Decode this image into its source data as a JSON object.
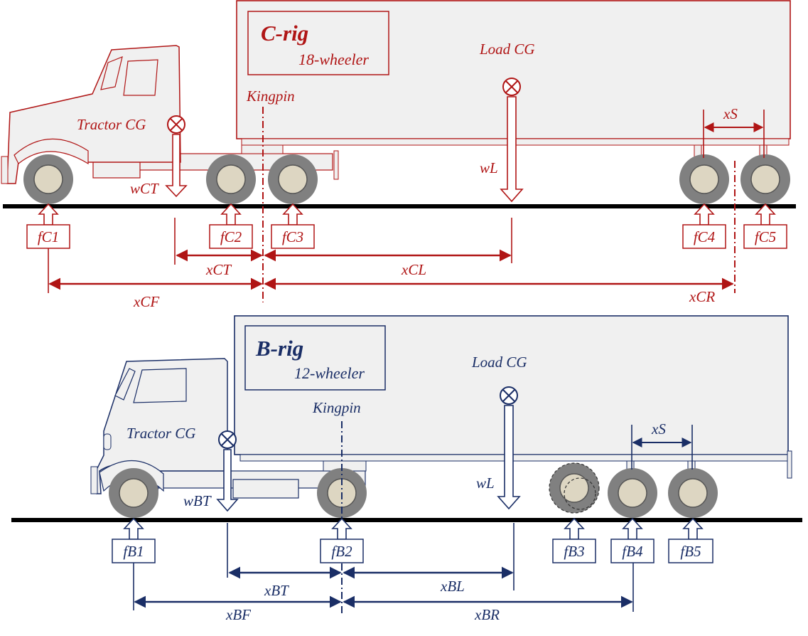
{
  "colors": {
    "crig": "#b01515",
    "brig": "#1a2e66",
    "ground": "#000000",
    "trailer_fill": "#f0f0f0",
    "wheel_tire": "#808080",
    "wheel_hub": "#ddd6c2"
  },
  "crig": {
    "title": "C-rig",
    "subtitle": "18-wheeler",
    "load_cg": "Load CG",
    "kingpin": "Kingpin",
    "tractor_cg": "Tractor CG",
    "wt": "wCT",
    "wl": "wL",
    "xs": "xS",
    "forces": [
      "fC1",
      "fC2",
      "fC3",
      "fC4",
      "fC5"
    ],
    "dims": {
      "xt": "xCT",
      "xl": "xCL",
      "xf": "xCF",
      "xr": "xCR"
    }
  },
  "brig": {
    "title": "B-rig",
    "subtitle": "12-wheeler",
    "load_cg": "Load CG",
    "kingpin": "Kingpin",
    "tractor_cg": "Tractor CG",
    "wt": "wBT",
    "wl": "wL",
    "xs": "xS",
    "forces": [
      "fB1",
      "fB2",
      "fB3",
      "fB4",
      "fB5"
    ],
    "dims": {
      "xt": "xBT",
      "xl": "xBL",
      "xf": "xBF",
      "xr": "xBR"
    }
  }
}
